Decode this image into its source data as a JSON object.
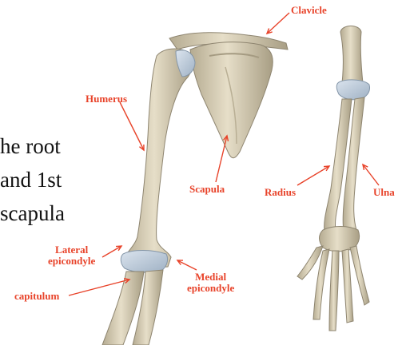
{
  "body_text": [
    "he root",
    "and 1st",
    "scapula"
  ],
  "labels": {
    "clavicle": "Clavicle",
    "humerus": "Humerus",
    "scapula": "Scapula",
    "radius": "Radius",
    "ulna": "Ulna",
    "lateral_epicondyle": "Lateral\nepicondyle",
    "medial_epicondyle": "Medial\nepicondyle",
    "capitulum": "capitulum"
  },
  "colors": {
    "label": "#e8432a",
    "leader": "#e8432a",
    "bone": "#d9d0b8",
    "bone_shadow": "#a99f86",
    "cartilage": "#b9c7d6"
  }
}
